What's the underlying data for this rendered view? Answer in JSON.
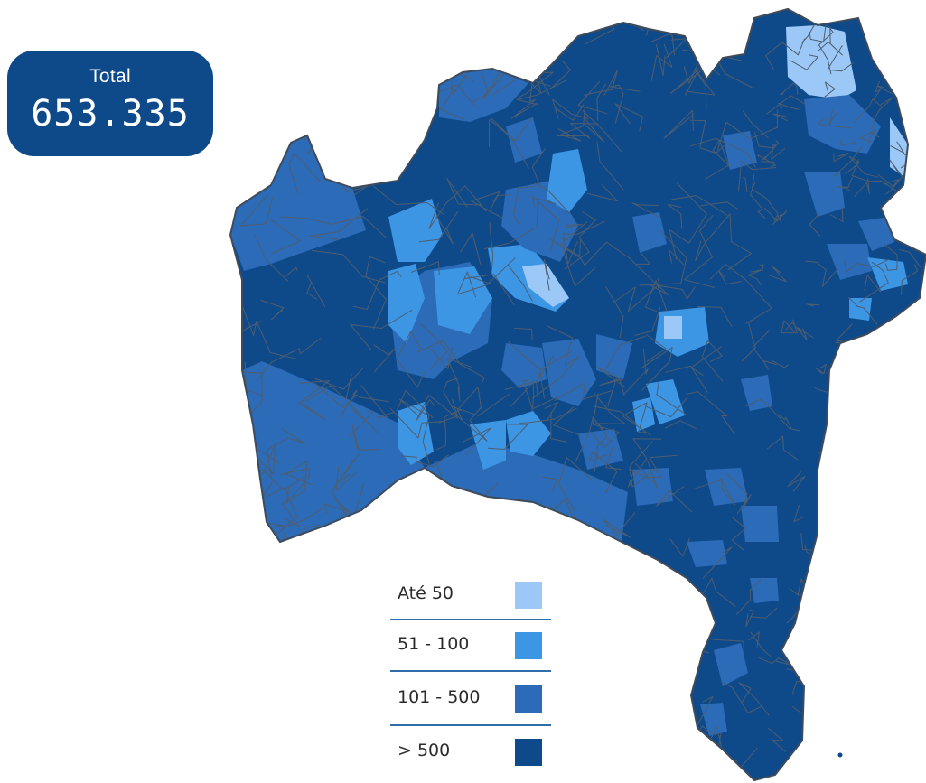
{
  "total_card": {
    "label": "Total",
    "value": "653.335"
  },
  "map": {
    "region": "Bahia",
    "colors": {
      "border": "#4f5d6e",
      "class_1": "#9cc8f7",
      "class_2": "#3d96e4",
      "class_3": "#2b6bb8",
      "class_4": "#0e4a8a"
    }
  },
  "legend": {
    "items": [
      {
        "label": "Até 50",
        "color": "#9cc8f7"
      },
      {
        "label": "51 - 100",
        "color": "#3d96e4"
      },
      {
        "label": "101 - 500",
        "color": "#2b6bb8"
      },
      {
        "label": "> 500",
        "color": "#0e4a8a"
      }
    ]
  }
}
